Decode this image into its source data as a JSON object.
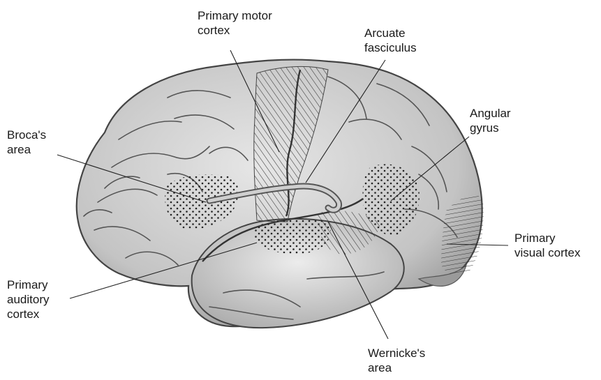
{
  "labels": {
    "primary_motor_cortex": [
      "Primary motor",
      "cortex"
    ],
    "arcuate_fasciculus": [
      "Arcuate",
      "fasciculus"
    ],
    "angular_gyrus": [
      "Angular",
      "gyrus"
    ],
    "brocas_area": [
      "Broca's",
      "area"
    ],
    "primary_visual_cortex": [
      "Primary",
      "visual cortex"
    ],
    "primary_auditory_cortex": [
      "Primary",
      "auditory",
      "cortex"
    ],
    "wernickes_area": [
      "Wernicke's",
      "area"
    ]
  }
}
